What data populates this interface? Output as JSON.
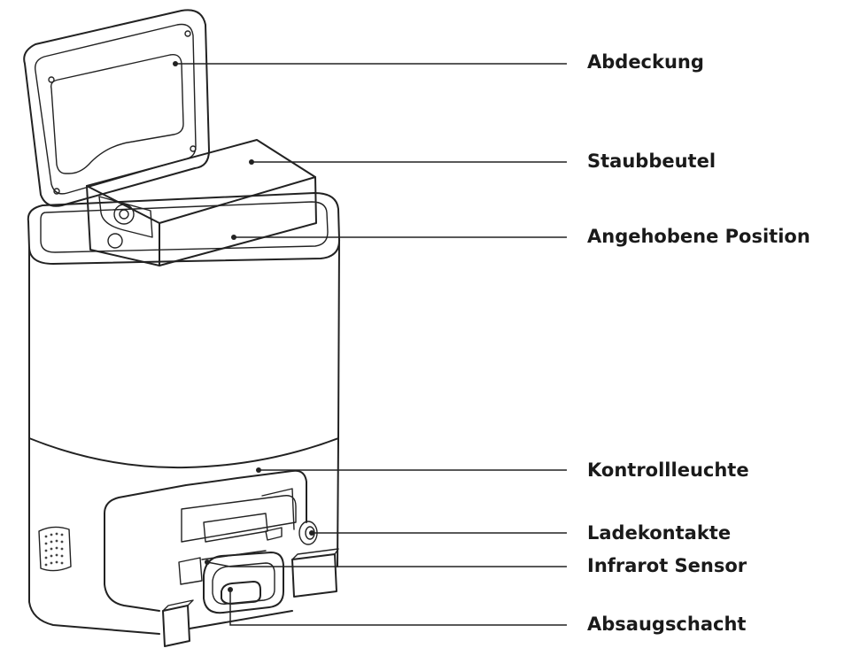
{
  "labels": {
    "abdeckung": "Abdeckung",
    "staubbeutel": "Staubbeutel",
    "angehobene_position": "Angehobene Position",
    "kontrollleuchte": "Kontrollleuchte",
    "ladekontakte": "Ladekontakte",
    "infrarot_sensor": "Infrarot Sensor",
    "absaugschacht": "Absaugschacht"
  },
  "colors": {
    "line": "#222222",
    "text": "#1a1a1a",
    "background": "#ffffff"
  }
}
